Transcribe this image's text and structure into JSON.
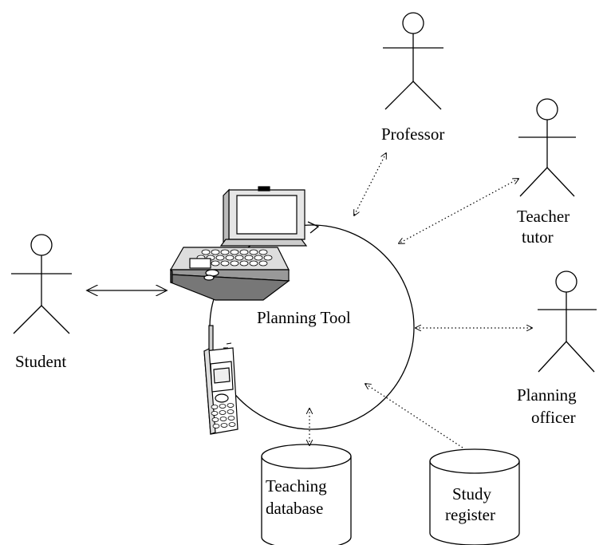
{
  "center": {
    "label": "Planning Tool"
  },
  "actors": {
    "student": "Student",
    "professor": "Professor",
    "teacher_tutor": [
      "Teacher",
      "tutor"
    ],
    "planning_officer": [
      "Planning",
      "officer"
    ]
  },
  "databases": {
    "teaching": [
      "Teaching",
      "database"
    ],
    "study": [
      "Study",
      "register"
    ]
  }
}
